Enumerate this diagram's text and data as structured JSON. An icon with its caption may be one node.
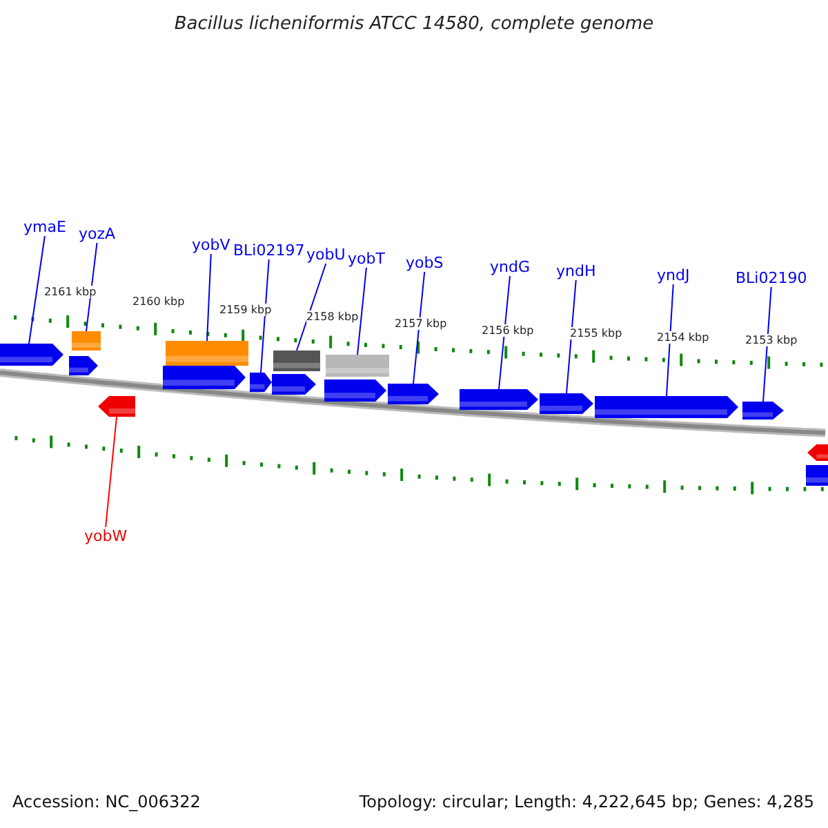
{
  "diagram": {
    "title": "Bacillus licheniformis ATCC 14580, complete genome",
    "nodes": [
      {
        "text": [],
        "shape": "arrow"
      },
      {
        "text": [],
        "shape": "bar"
      },
      {
        "text": [],
        "shape": "arrow"
      },
      {
        "text": [],
        "shape": "arrow"
      },
      {
        "text": [],
        "shape": "bar"
      },
      {
        "text": [],
        "shape": "arrow"
      },
      {
        "text": [],
        "shape": "arrow"
      },
      {
        "text": [],
        "shape": "bar"
      },
      {
        "text": [],
        "shape": "arrow"
      },
      {
        "text": [],
        "shape": "bar"
      },
      {
        "text": [],
        "shape": "arrow"
      },
      {
        "text": [],
        "shape": "arrow"
      },
      {
        "text": [],
        "shape": "arrow"
      },
      {
        "text": [],
        "shape": "arrow"
      },
      {
        "text": [],
        "shape": "arrow"
      },
      {
        "text": [],
        "shape": "arrow"
      },
      {
        "text": [],
        "shape": "arrow"
      },
      {
        "text": [],
        "shape": "bar"
      },
      {
        "text": [
          "ymaE"
        ]
      },
      {
        "text": [
          "yozA"
        ]
      },
      {
        "text": [
          "yobV"
        ]
      },
      {
        "text": [
          "BLi02197"
        ]
      },
      {
        "text": [
          "yobU"
        ]
      },
      {
        "text": [
          "yobT"
        ]
      },
      {
        "text": [
          "yobS"
        ]
      },
      {
        "text": [
          "yndG"
        ]
      },
      {
        "text": [
          "yndH"
        ]
      },
      {
        "text": [
          "yndJ"
        ]
      },
      {
        "text": [
          "BLi02190"
        ]
      },
      {
        "text": [
          "yobW"
        ]
      }
    ],
    "edges": [
      {
        "from": 18,
        "to": 0,
        "arrow": "none"
      },
      {
        "from": 19,
        "to": 1,
        "arrow": "none"
      },
      {
        "from": 20,
        "to": 4,
        "arrow": "none"
      },
      {
        "from": 21,
        "to": 6,
        "arrow": "none"
      },
      {
        "from": 22,
        "to": 7,
        "arrow": "none"
      },
      {
        "from": 23,
        "to": 9,
        "arrow": "none"
      },
      {
        "from": 24,
        "to": 11,
        "arrow": "none"
      },
      {
        "from": 25,
        "to": 12,
        "arrow": "none"
      },
      {
        "from": 26,
        "to": 13,
        "arrow": "none"
      },
      {
        "from": 27,
        "to": 14,
        "arrow": "none"
      },
      {
        "from": 28,
        "to": 15,
        "arrow": "none"
      },
      {
        "from": 29,
        "to": 3,
        "arrow": "none",
        "color": "#ff0000"
      }
    ],
    "labels": [
      "2161 kbp",
      "2160 kbp",
      "2159 kbp",
      "2158 kbp",
      "2157 kbp",
      "2156 kbp",
      "2155 kbp",
      "2154 kbp",
      "2153 kbp",
      "Accession: NC_006322",
      "Topology: circular; Length: 4,222,645 bp; Genes: 4,285"
    ]
  }
}
